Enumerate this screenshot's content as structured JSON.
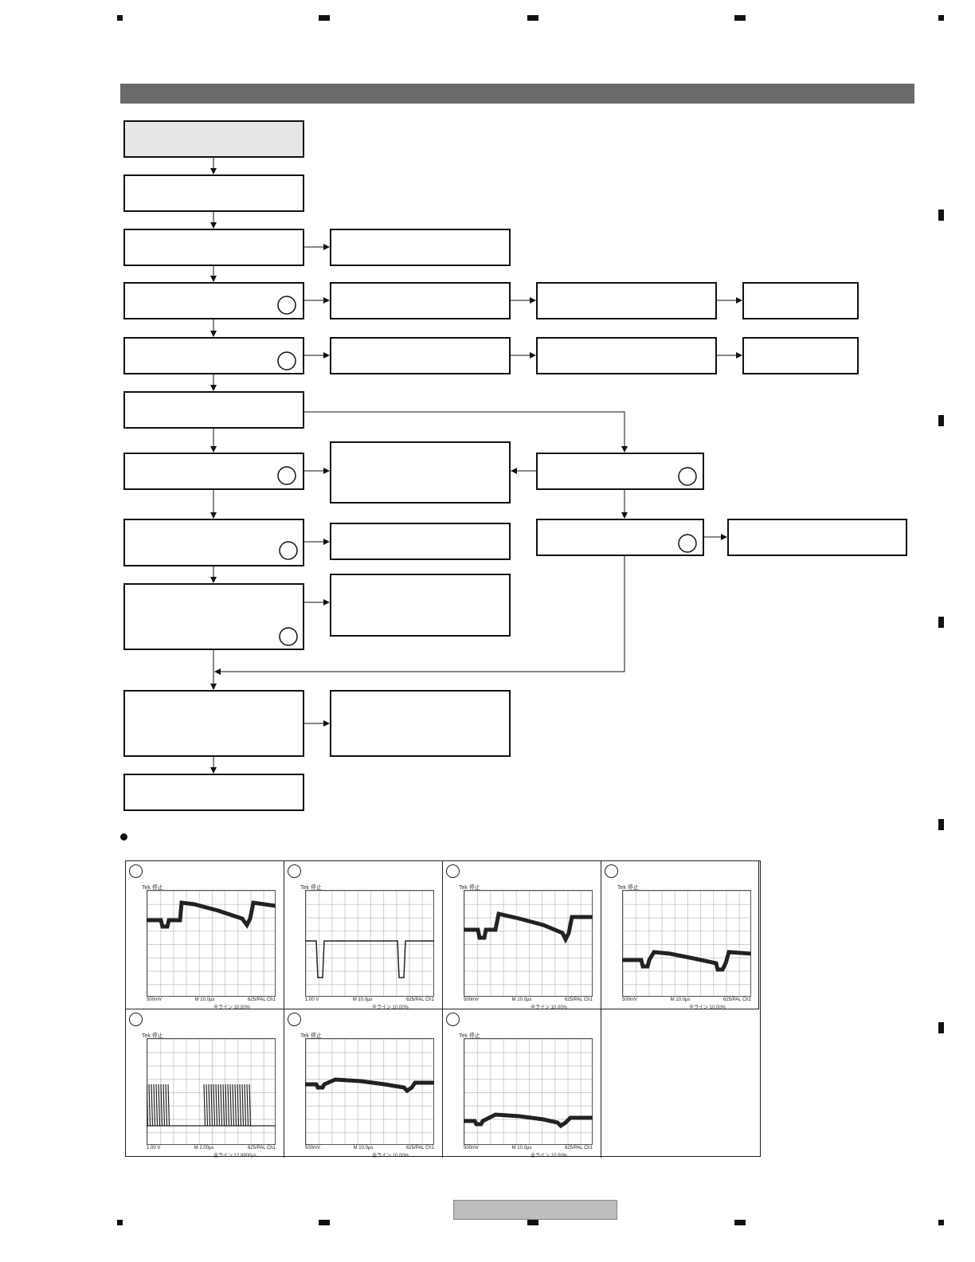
{
  "page": {
    "section_bar_text": "",
    "footer_text": ""
  },
  "flowchart": {
    "boxes": [],
    "markers": []
  },
  "waveforms": {
    "bullet_text": "",
    "panels": [
      {
        "id": "w1",
        "brand": "Tek 停止",
        "volts": "500mV",
        "timebase": "M 10.0µs",
        "mode": "625/PAL  Ch1",
        "line": "全ライン",
        "trigger": "10.00%"
      },
      {
        "id": "w2",
        "brand": "Tek 停止",
        "volts": "1.00 V",
        "timebase": "M 10.0µs",
        "mode": "625/PAL  Ch1",
        "line": "全ライン",
        "trigger": "10.00%"
      },
      {
        "id": "w3",
        "brand": "Tek 停止",
        "volts": "500mV",
        "timebase": "M 10.0µs",
        "mode": "625/PAL  Ch1",
        "line": "全ライン",
        "trigger": "10.00%"
      },
      {
        "id": "w4",
        "brand": "Tek 停止",
        "volts": "500mV",
        "timebase": "M 10.0µs",
        "mode": "625/PAL  Ch1",
        "line": "全ライン",
        "trigger": "10.00%"
      },
      {
        "id": "w5",
        "brand": "Tek 停止",
        "volts": "1.00 V",
        "timebase": "M 2.00µs",
        "mode": "625/PAL  Ch1",
        "line": "全ライン",
        "trigger": "12.8800µs"
      },
      {
        "id": "w6",
        "brand": "Tek 停止",
        "volts": "500mV",
        "timebase": "M 10.0µs",
        "mode": "625/PAL  Ch1",
        "line": "全ライン",
        "trigger": "10.00%"
      },
      {
        "id": "w7",
        "brand": "Tek 停止",
        "volts": "500mV",
        "timebase": "M 10.0µs",
        "mode": "625/PAL  Ch1",
        "line": "全ライン",
        "trigger": "10.00%"
      }
    ]
  },
  "colors": {
    "header_bar": "#6a6a6a",
    "footer_box": "#bdbdbd",
    "first_box_fill": "#e6e6e6"
  }
}
